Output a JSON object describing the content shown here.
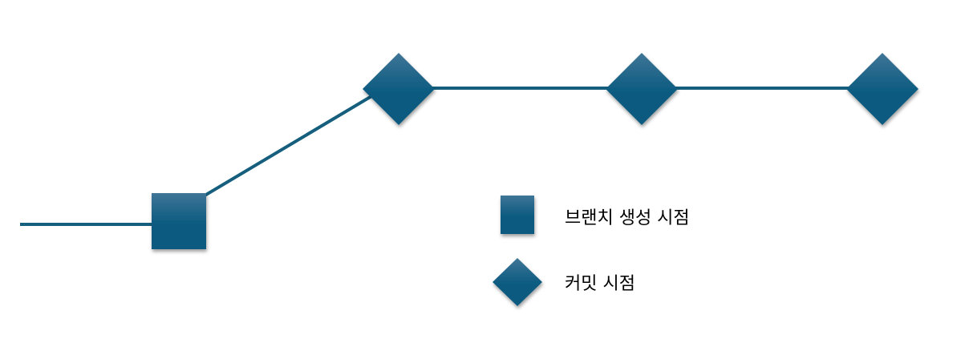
{
  "colors": {
    "line": "#155e7d",
    "node_top": "#3f7597",
    "node_bottom": "#0b5a80",
    "background": "#ffffff"
  },
  "diagram": {
    "nodes": [
      {
        "kind": "branch-point",
        "shape": "square"
      },
      {
        "kind": "commit",
        "shape": "diamond"
      },
      {
        "kind": "commit",
        "shape": "diamond"
      },
      {
        "kind": "commit",
        "shape": "diamond"
      }
    ]
  },
  "legend": {
    "branch_label": "브랜치 생성 시점",
    "commit_label": "커밋 시점"
  }
}
